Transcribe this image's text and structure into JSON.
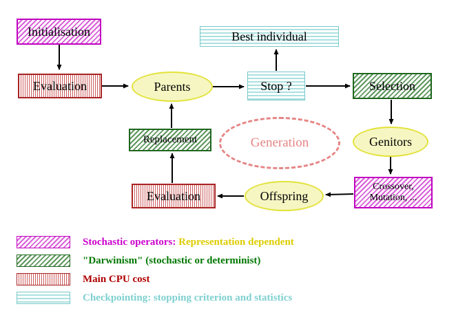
{
  "nodes": {
    "initialisation": "Initialisation",
    "best_individual": "Best individual",
    "evaluation_top": "Evaluation",
    "parents": "Parents",
    "stop": "Stop ?",
    "selection": "Selection",
    "replacement": "Replacement",
    "generation": "Generation",
    "genitors": "Genitors",
    "crossover_line1": "Crossover,",
    "crossover_line2": "Mutation, ...",
    "offspring": "Offspring",
    "evaluation_bottom": "Evaluation"
  },
  "legend": [
    {
      "swatch": "magenta-hatch",
      "parts": [
        {
          "text": "Stochastic operators:",
          "color": "#cc00cc"
        },
        {
          "text": "Representation dependent",
          "color": "#ddcc00"
        }
      ]
    },
    {
      "swatch": "green-hatch",
      "parts": [
        {
          "text": "\"Darwinism\" (stochastic or determinist)",
          "color": "#007700"
        }
      ]
    },
    {
      "swatch": "red-vlines",
      "parts": [
        {
          "text": "Main CPU cost",
          "color": "#b00000"
        }
      ]
    },
    {
      "swatch": "cyan-hlines",
      "parts": [
        {
          "text": "Checkpointing: stopping criterion and statistics",
          "color": "#7fd0d0"
        }
      ]
    }
  ],
  "colors": {
    "stochastic_pattern": "#c000c0",
    "darwinism_pattern": "#1f661f",
    "cpu_pattern": "#a82222",
    "checkpoint_pattern": "#79c8c8",
    "operator_ellipse_fill": "#f6f6c3",
    "operator_ellipse_border": "#e2e23a",
    "generation_dashed": "#e68484",
    "arrow": "#000000"
  }
}
